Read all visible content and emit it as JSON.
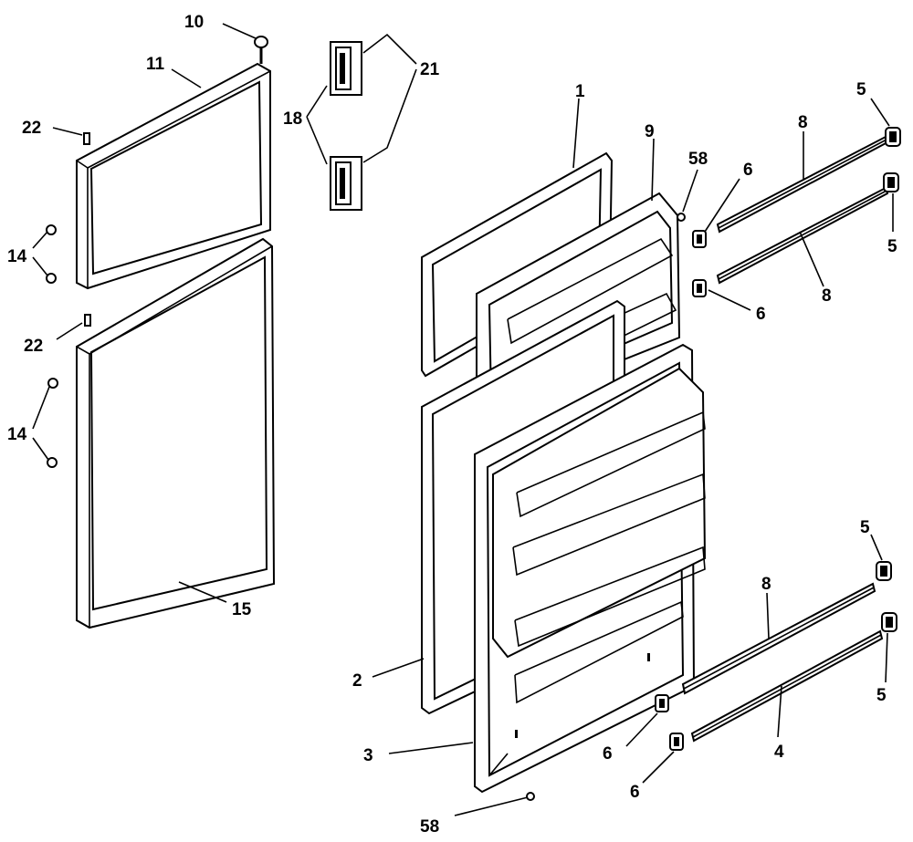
{
  "labels": {
    "l10": "10",
    "l11": "11",
    "l22a": "22",
    "l14a": "14",
    "l22b": "22",
    "l14b": "14",
    "l15": "15",
    "l18": "18",
    "l21": "21",
    "l1": "1",
    "l9": "9",
    "l58a": "58",
    "l6a": "6",
    "l8a": "8",
    "l5a": "5",
    "l5b": "5",
    "l8b": "8",
    "l6b": "6",
    "l2": "2",
    "l3": "3",
    "l58b": "58",
    "l6c": "6",
    "l6d": "6",
    "l4": "4",
    "l8c": "8",
    "l5c": "5",
    "l5d": "5"
  },
  "colors": {
    "ink": "#000000",
    "paper": "#ffffff"
  }
}
